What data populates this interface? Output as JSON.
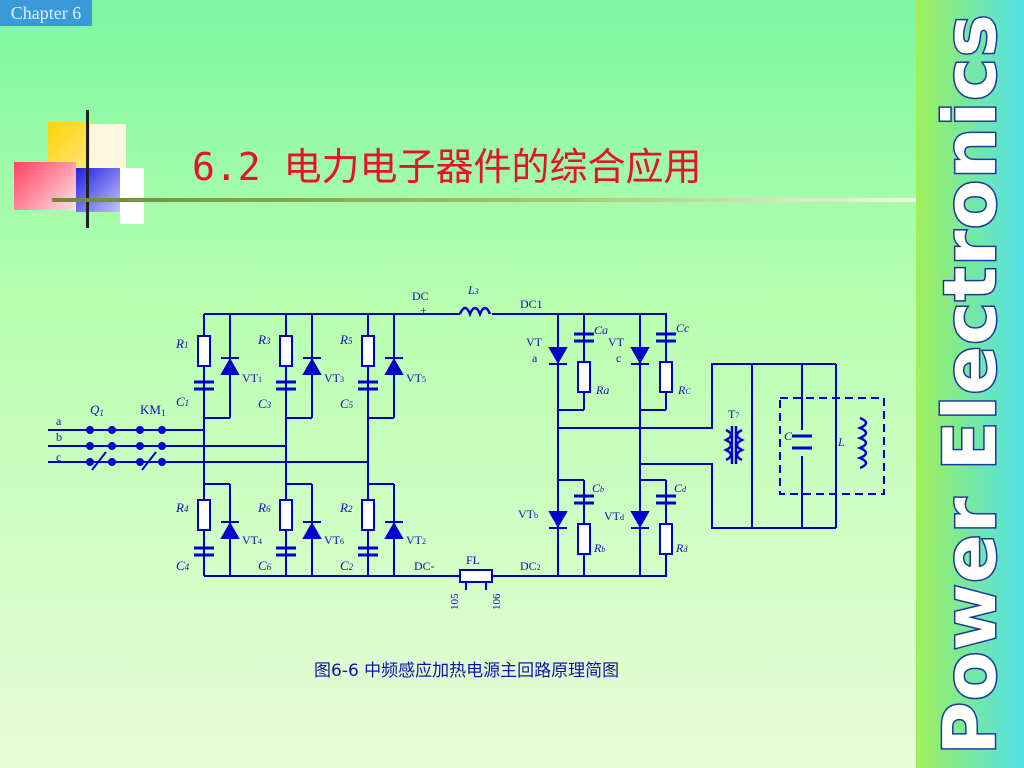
{
  "chapter_tag": "Chapter 6",
  "title": "6.2 电力电子器件的综合应用",
  "side_banner": "Power Electronics",
  "caption": "图6-6 中频感应加热电源主回路原理简图",
  "colors": {
    "wire": "#0000cc",
    "title": "#e8102a",
    "label": "#1010b0"
  },
  "diagram": {
    "phases": [
      "a",
      "b",
      "c"
    ],
    "switch_labels": {
      "q1": "Q",
      "q1_sub": "1",
      "km1": "KM",
      "km1_sub": "1"
    },
    "rectifier": [
      {
        "r": "R",
        "r_sub": "1",
        "c": "C",
        "c_sub": "1",
        "vt": "VT",
        "vt_sub": "1"
      },
      {
        "r": "R",
        "r_sub": "3",
        "c": "C",
        "c_sub": "3",
        "vt": "VT",
        "vt_sub": "3"
      },
      {
        "r": "R",
        "r_sub": "5",
        "c": "C",
        "c_sub": "5",
        "vt": "VT",
        "vt_sub": "5"
      },
      {
        "r": "R",
        "r_sub": "4",
        "c": "C",
        "c_sub": "4",
        "vt": "VT",
        "vt_sub": "4"
      },
      {
        "r": "R",
        "r_sub": "6",
        "c": "C",
        "c_sub": "6",
        "vt": "VT",
        "vt_sub": "6"
      },
      {
        "r": "R",
        "r_sub": "2",
        "c": "C",
        "c_sub": "2",
        "vt": "VT",
        "vt_sub": "2"
      }
    ],
    "dc_plus": "DC",
    "dc_plus_sign": "+",
    "dc_minus": "DC-",
    "inductor": "L",
    "inductor_sub": "3",
    "dc1": "DC1",
    "dc2": "DC",
    "dc2_sub": "2",
    "fl": "FL",
    "fl_pin_left": "105",
    "fl_pin_right": "106",
    "inverter": {
      "vta": "VT",
      "vta_sub": "a",
      "vtc": "VT",
      "vtc_sub": "c",
      "vtb": "VT",
      "vtb_sub": "b",
      "vtd": "VT",
      "vtd_sub": "d",
      "ca": "C",
      "ca_sub": "a",
      "cc": "C",
      "cc_sub": "c",
      "cb": "C",
      "cb_sub": "b",
      "cd": "C",
      "cd_sub": "d",
      "ra": "R",
      "ra_sub": "a",
      "rc": "R",
      "rc_sub": "C",
      "rb": "R",
      "rb_sub": "b",
      "rd": "R",
      "rd_sub": "d"
    },
    "transformer": "T",
    "transformer_sub": "7",
    "load_c": "C",
    "load_l": "L"
  }
}
